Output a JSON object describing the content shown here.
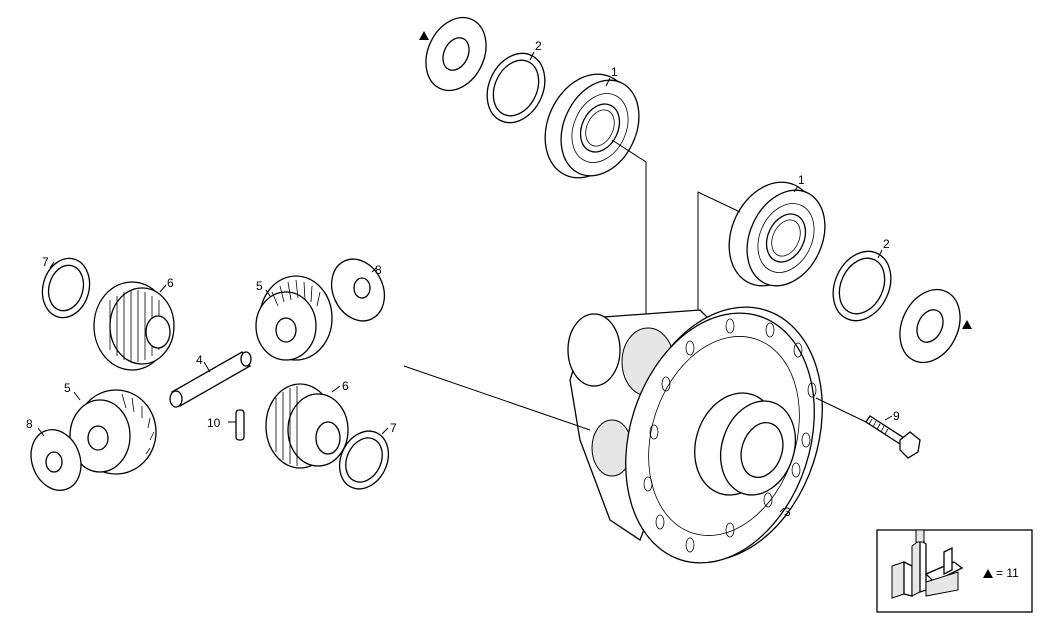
{
  "callouts": {
    "c1a": "1",
    "c1b": "1",
    "c2a": "2",
    "c2b": "2",
    "c3": "3",
    "c4": "4",
    "c5a": "5",
    "c5b": "5",
    "c6a": "6",
    "c6b": "6",
    "c7a": "7",
    "c7b": "7",
    "c8a": "8",
    "c8b": "8",
    "c9": "9",
    "c10": "10"
  },
  "legend": {
    "equals_text": "= 11",
    "triangle_icon": "triangle-marker-icon",
    "tool_icon": "workshop-tool-icon"
  }
}
